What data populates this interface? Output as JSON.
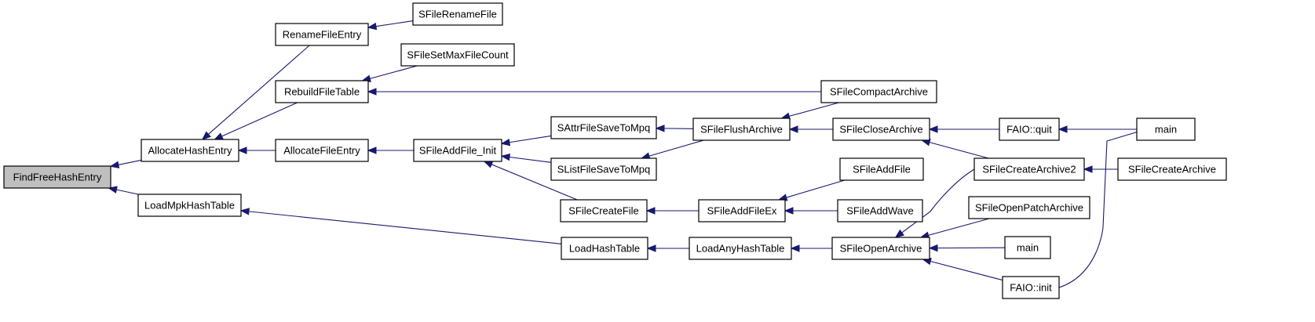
{
  "colors": {
    "edge": "#191970",
    "root_fill": "#bfbfbf",
    "node_fill": "#ffffff",
    "border": "#000000"
  },
  "nodes": [
    {
      "id": "find_free_hash_entry",
      "label": "FindFreeHashEntry",
      "root": true
    },
    {
      "id": "allocate_hash_entry",
      "label": "AllocateHashEntry"
    },
    {
      "id": "load_mpk_hash_table",
      "label": "LoadMpkHashTable"
    },
    {
      "id": "rename_file_entry",
      "label": "RenameFileEntry"
    },
    {
      "id": "rebuild_file_table",
      "label": "RebuildFileTable"
    },
    {
      "id": "allocate_file_entry",
      "label": "AllocateFileEntry"
    },
    {
      "id": "sfile_rename_file",
      "label": "SFileRenameFile"
    },
    {
      "id": "sfile_set_max_file_count",
      "label": "SFileSetMaxFileCount"
    },
    {
      "id": "sfile_add_file_init",
      "label": "SFileAddFile_Init"
    },
    {
      "id": "sattr_file_save_to_mpq",
      "label": "SAttrFileSaveToMpq"
    },
    {
      "id": "slist_file_save_to_mpq",
      "label": "SListFileSaveToMpq"
    },
    {
      "id": "sfile_create_file",
      "label": "SFileCreateFile"
    },
    {
      "id": "load_hash_table",
      "label": "LoadHashTable"
    },
    {
      "id": "sfile_flush_archive",
      "label": "SFileFlushArchive"
    },
    {
      "id": "sfile_add_file_ex",
      "label": "SFileAddFileEx"
    },
    {
      "id": "load_any_hash_table",
      "label": "LoadAnyHashTable"
    },
    {
      "id": "sfile_compact_archive",
      "label": "SFileCompactArchive"
    },
    {
      "id": "sfile_close_archive",
      "label": "SFileCloseArchive"
    },
    {
      "id": "sfile_add_file",
      "label": "SFileAddFile"
    },
    {
      "id": "sfile_add_wave",
      "label": "SFileAddWave"
    },
    {
      "id": "sfile_open_archive",
      "label": "SFileOpenArchive"
    },
    {
      "id": "faio_quit",
      "label": "FAIO::quit"
    },
    {
      "id": "sfile_create_archive2",
      "label": "SFileCreateArchive2"
    },
    {
      "id": "sfile_open_patch_archive",
      "label": "SFileOpenPatchArchive"
    },
    {
      "id": "main_1",
      "label": "main"
    },
    {
      "id": "faio_init",
      "label": "FAIO::init"
    },
    {
      "id": "main_2",
      "label": "main"
    },
    {
      "id": "sfile_create_archive",
      "label": "SFileCreateArchive"
    }
  ],
  "edges": [
    {
      "from": "allocate_hash_entry",
      "to": "find_free_hash_entry"
    },
    {
      "from": "load_mpk_hash_table",
      "to": "find_free_hash_entry"
    },
    {
      "from": "rename_file_entry",
      "to": "allocate_hash_entry"
    },
    {
      "from": "rebuild_file_table",
      "to": "allocate_hash_entry"
    },
    {
      "from": "allocate_file_entry",
      "to": "allocate_hash_entry"
    },
    {
      "from": "sfile_rename_file",
      "to": "rename_file_entry"
    },
    {
      "from": "sfile_set_max_file_count",
      "to": "rebuild_file_table"
    },
    {
      "from": "sfile_compact_archive",
      "to": "rebuild_file_table"
    },
    {
      "from": "sfile_add_file_init",
      "to": "allocate_file_entry"
    },
    {
      "from": "sattr_file_save_to_mpq",
      "to": "sfile_add_file_init"
    },
    {
      "from": "slist_file_save_to_mpq",
      "to": "sfile_add_file_init"
    },
    {
      "from": "sfile_create_file",
      "to": "sfile_add_file_init"
    },
    {
      "from": "sfile_flush_archive",
      "to": "sattr_file_save_to_mpq"
    },
    {
      "from": "sfile_flush_archive",
      "to": "slist_file_save_to_mpq"
    },
    {
      "from": "sfile_add_file_ex",
      "to": "sfile_create_file"
    },
    {
      "from": "load_hash_table",
      "to": "load_mpk_hash_table"
    },
    {
      "from": "load_any_hash_table",
      "to": "load_hash_table"
    },
    {
      "from": "sfile_compact_archive",
      "to": "sfile_flush_archive"
    },
    {
      "from": "sfile_close_archive",
      "to": "sfile_flush_archive"
    },
    {
      "from": "sfile_add_file",
      "to": "sfile_add_file_ex"
    },
    {
      "from": "sfile_add_wave",
      "to": "sfile_add_file_ex"
    },
    {
      "from": "sfile_open_archive",
      "to": "load_any_hash_table"
    },
    {
      "from": "faio_quit",
      "to": "sfile_close_archive"
    },
    {
      "from": "sfile_create_archive2",
      "to": "sfile_close_archive"
    },
    {
      "from": "sfile_create_archive2",
      "to": "sfile_open_archive"
    },
    {
      "from": "sfile_open_patch_archive",
      "to": "sfile_open_archive"
    },
    {
      "from": "main_1",
      "to": "sfile_open_archive"
    },
    {
      "from": "faio_init",
      "to": "sfile_open_archive"
    },
    {
      "from": "main_2",
      "to": "faio_quit"
    },
    {
      "from": "faio_init",
      "to": "main_2"
    },
    {
      "from": "sfile_create_archive",
      "to": "sfile_create_archive2"
    }
  ]
}
